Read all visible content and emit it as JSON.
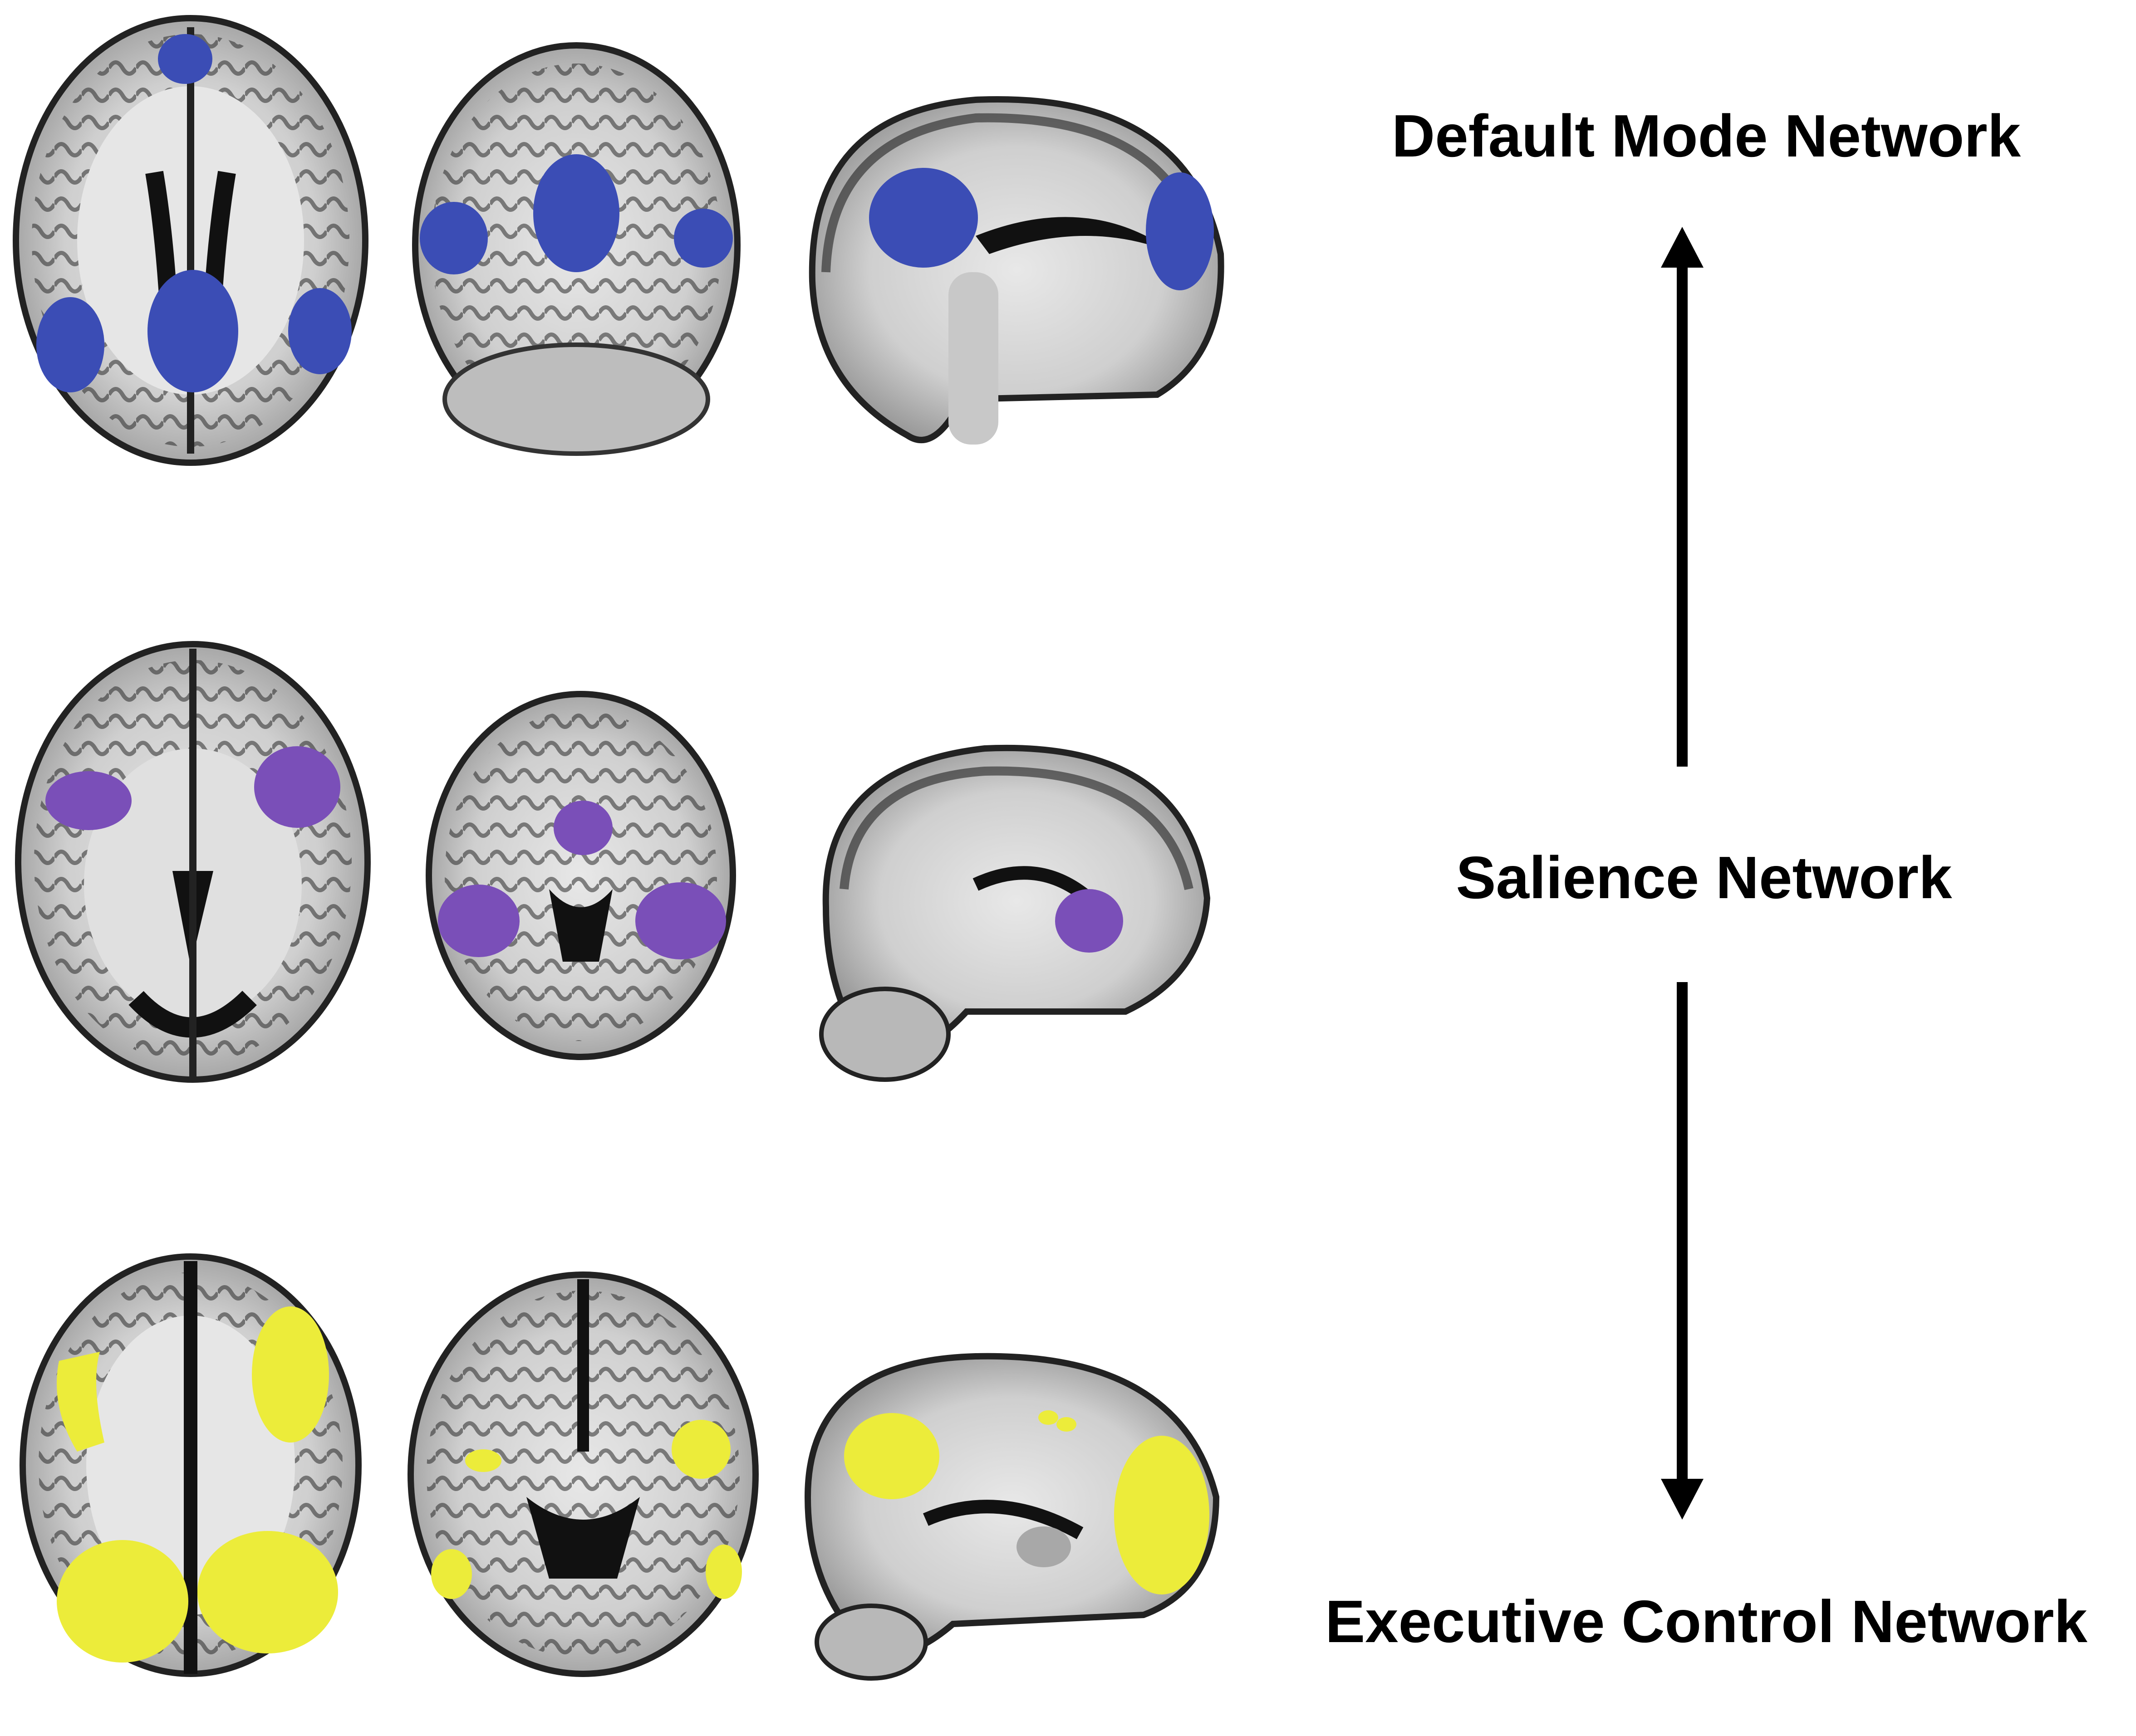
{
  "labels": {
    "default_mode": "Default Mode Network",
    "salience": "Salience Network",
    "executive_control": "Executive Control Network"
  },
  "colors": {
    "default_mode": "#3b4db5",
    "salience": "#7a4fb8",
    "executive_control": "#ecec3a",
    "arrow": "#000000"
  }
}
